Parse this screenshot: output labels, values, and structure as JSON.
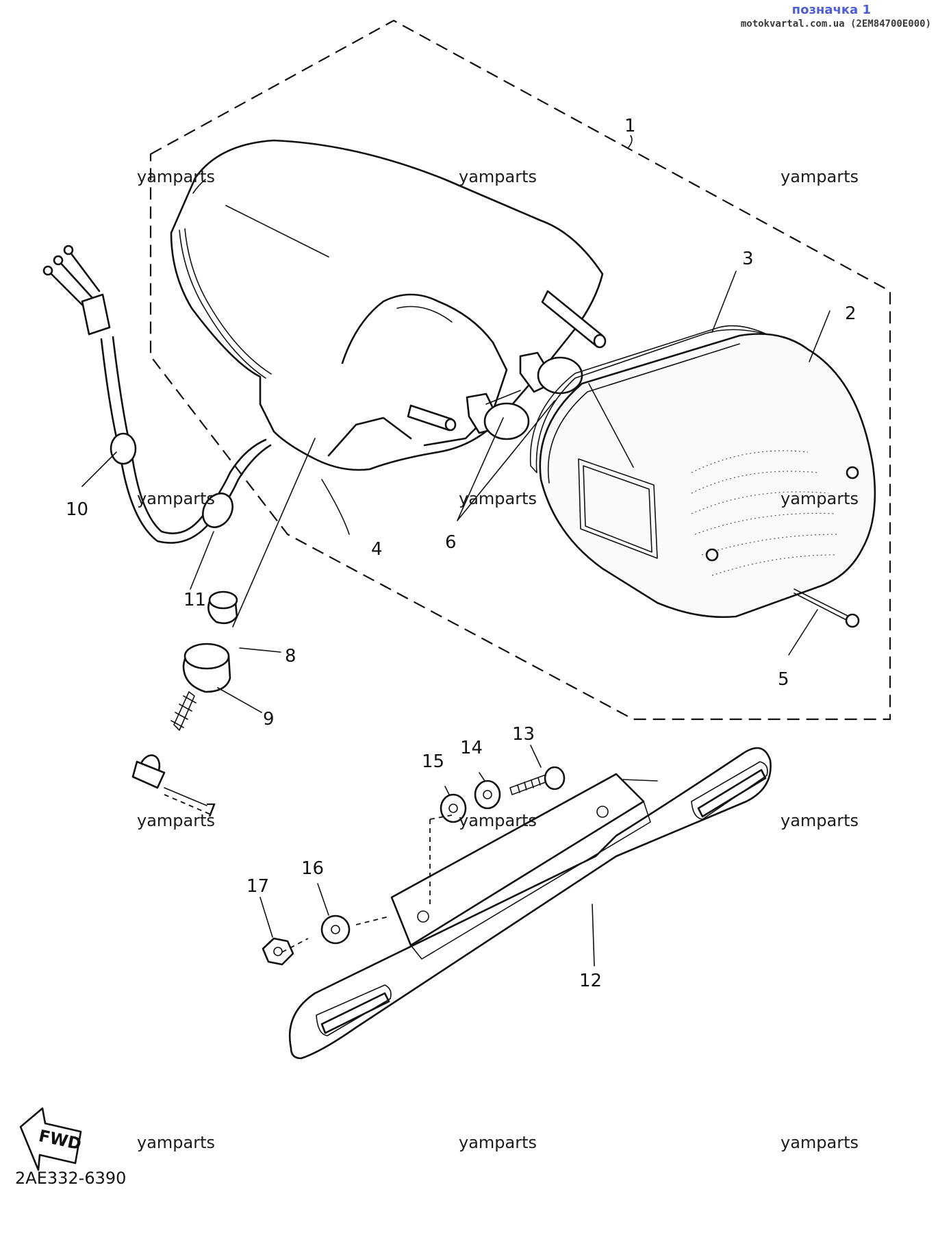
{
  "header": {
    "title": "позначка 1",
    "source": "motokvartal.com.ua (2EM84700E000)"
  },
  "diagram_code": "2AE332-6390",
  "fwd_label": "FWD",
  "watermark": "yamparts",
  "callouts": {
    "c1": "1",
    "c2": "2",
    "c3": "3",
    "c4": "4",
    "c5": "5",
    "c6": "6",
    "c7": "7",
    "c8": "8",
    "c9": "9",
    "c10": "10",
    "c11": "11",
    "c12": "12",
    "c13": "13",
    "c14": "14",
    "c15": "15",
    "c16": "16",
    "c17": "17"
  },
  "colors": {
    "header_title": "#4f5cd8",
    "line": "#111111",
    "background": "#ffffff"
  }
}
